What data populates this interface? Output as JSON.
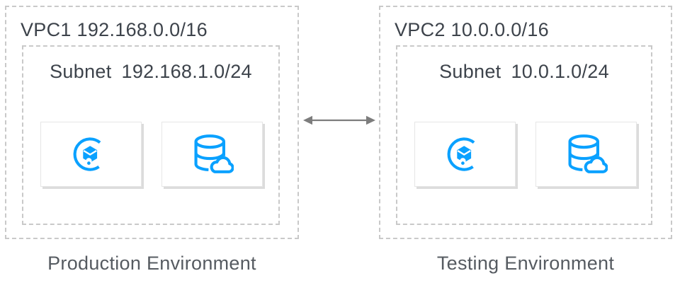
{
  "diagram": {
    "type": "vpc-peering-topology",
    "colors": {
      "accent_blue": "#0aa1ff",
      "dash_gray": "#c9c9c9",
      "text_dark": "#3d434b",
      "label_gray": "#565b61",
      "arrow_gray": "#7d7d7d",
      "tile_border": "#e6e6e6",
      "tile_shadow": "#dcdcdc"
    },
    "vpcs": [
      {
        "title": "VPC1 192.168.0.0/16",
        "subnet": {
          "label": "Subnet",
          "cidr": "192.168.1.0/24"
        },
        "nodes": [
          {
            "icon": "cvm-icon"
          },
          {
            "icon": "cloud-database-icon"
          }
        ],
        "environment": "Production Environment"
      },
      {
        "title": "VPC2 10.0.0.0/16",
        "subnet": {
          "label": "Subnet",
          "cidr": "10.0.1.0/24"
        },
        "nodes": [
          {
            "icon": "cvm-icon"
          },
          {
            "icon": "cloud-database-icon"
          }
        ],
        "environment": "Testing Environment"
      }
    ],
    "connection": {
      "type": "bidirectional-arrow"
    }
  }
}
